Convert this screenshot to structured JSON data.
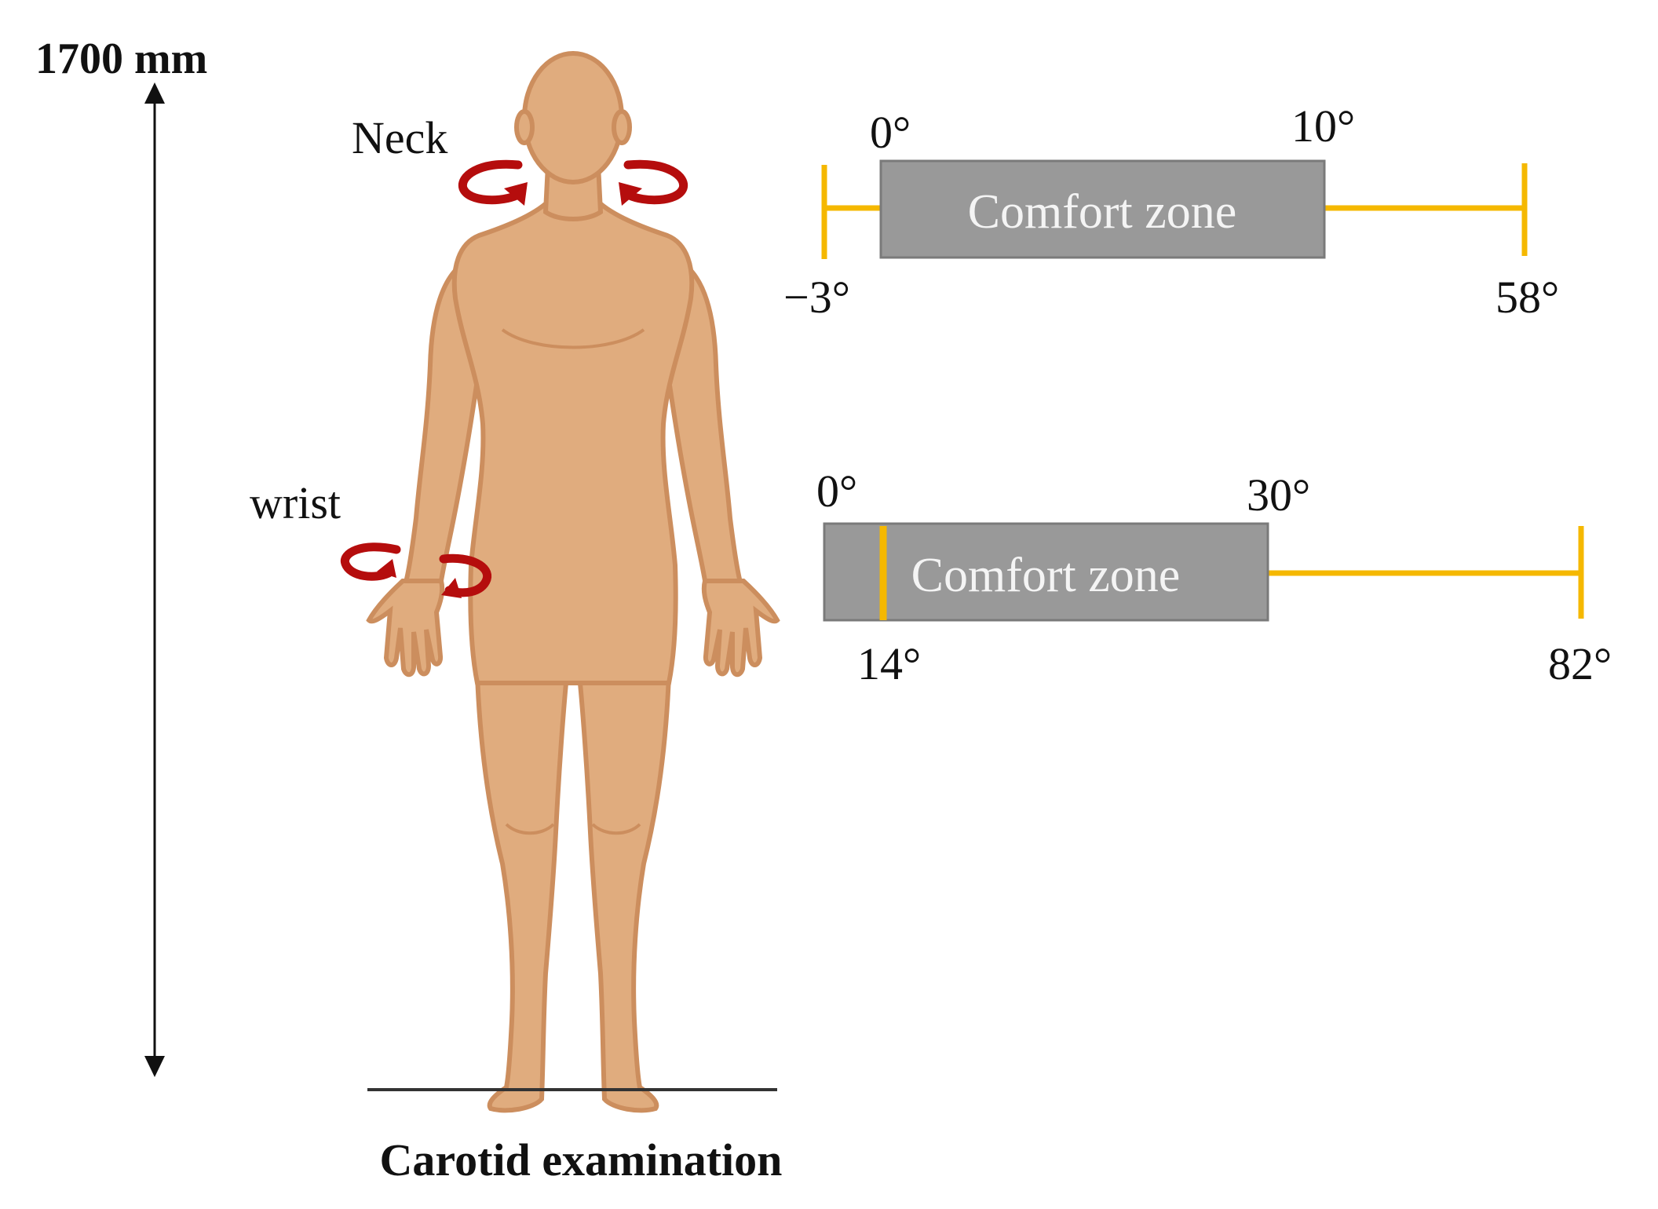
{
  "height_label": "1700 mm",
  "caption": "Carotid examination",
  "colors": {
    "skin": "#E0AC7E",
    "skin_shadow": "#CC8E5E",
    "arrow_red": "#B50D0D",
    "range_line": "#F5B800",
    "zone_fill": "#999999",
    "zone_border": "#7A7A7A"
  },
  "joints": [
    {
      "name": "Neck",
      "zone_label": "Comfort zone",
      "range_min": "−3°",
      "comfort_start": "0°",
      "comfort_end": "10°",
      "range_max": "58°"
    },
    {
      "name": "wrist",
      "zone_label": "Comfort zone",
      "comfort_start": "0°",
      "range_min": "14°",
      "comfort_end": "30°",
      "range_max": "82°"
    }
  ]
}
